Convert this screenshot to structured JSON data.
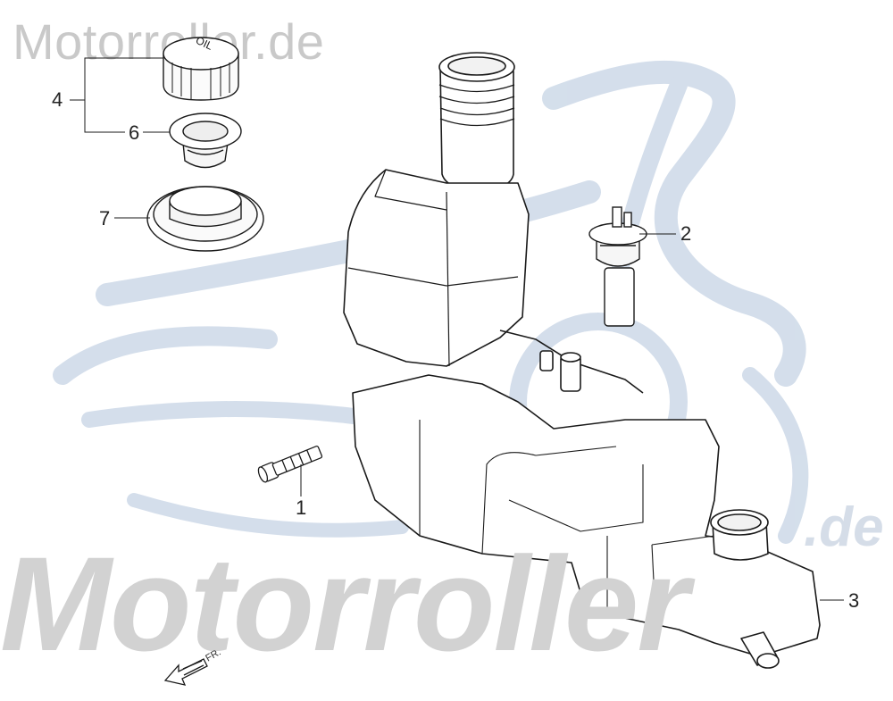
{
  "watermark": {
    "top_text": "Motorroller.de",
    "big_text": "Motorroller",
    "suffix_text": ".de",
    "logo_color": "#c9d6e6",
    "text_color": "#cfcfcf"
  },
  "callouts": [
    {
      "id": "1",
      "label": "1"
    },
    {
      "id": "2",
      "label": "2"
    },
    {
      "id": "3",
      "label": "3"
    },
    {
      "id": "4",
      "label": "4"
    },
    {
      "id": "6",
      "label": "6"
    },
    {
      "id": "7",
      "label": "7"
    }
  ],
  "parts": {
    "cap_text": "OIL",
    "direction_label": "FR."
  },
  "colors": {
    "line": "#1a1a1a",
    "shade": "#f3f3f3"
  }
}
